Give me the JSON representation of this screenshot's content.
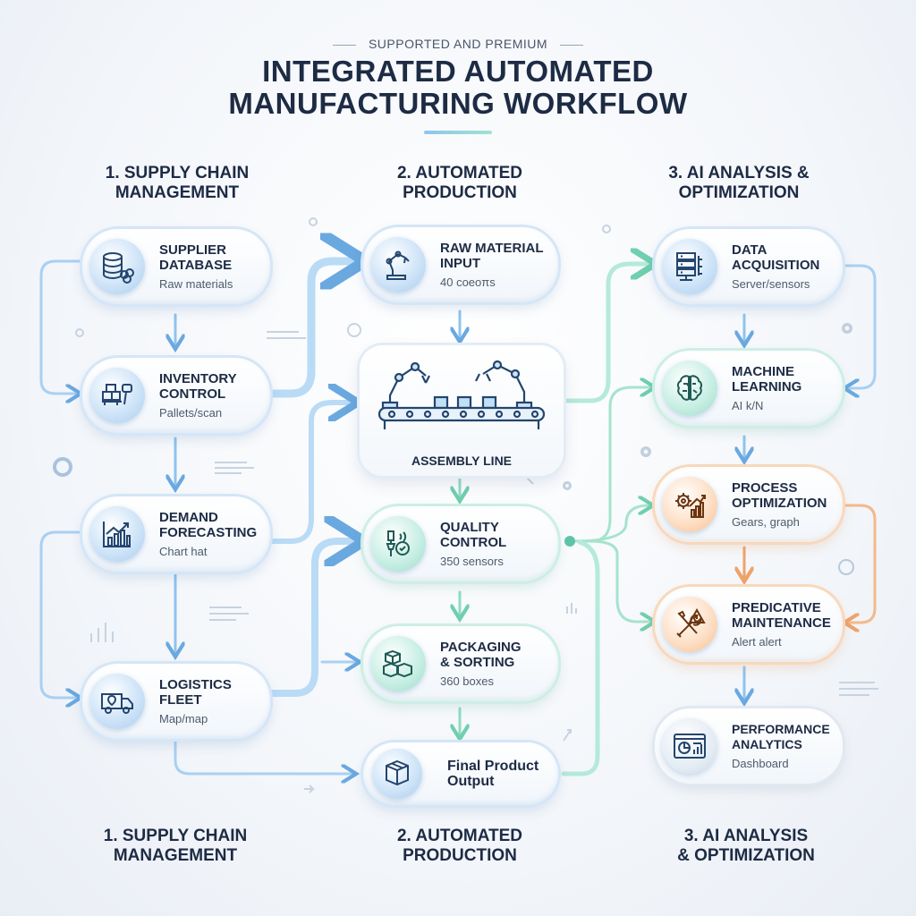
{
  "header": {
    "tagline": "SUPPORTED AND PREMIUM",
    "title_line1": "INTEGRATED AUTOMATED",
    "title_line2": "MANUFACTURING WORKFLOW"
  },
  "columns": {
    "supply": {
      "heading": "1. SUPPLY CHAIN\nMANAGEMENT",
      "footer": "1. SUPPLY CHAIN\nMANAGEMENT"
    },
    "production": {
      "heading": "2. AUTOMATED\nPRODUCTION",
      "footer": "2. AUTOMATED\nPRODUCTION"
    },
    "ai": {
      "heading": "3. AI ANALYSIS &\nOPTIMIZATION",
      "footer": "3. AI ANALYSIS\n& OPTIMIZATION"
    }
  },
  "nodes": {
    "supplier": {
      "label": "SUPPLIER\nDATABASE",
      "sub": "Raw materials",
      "icon": "database-icon"
    },
    "inventory": {
      "label": "INVENTORY\nCONTROL",
      "sub": "Pallets/scan",
      "icon": "scanner-icon"
    },
    "demand": {
      "label": "DEMAND\nFORECASTING",
      "sub": "Chart hat",
      "icon": "chart-icon"
    },
    "logistics": {
      "label": "LOGISTICS\nFLEET",
      "sub": "Map/map",
      "icon": "truck-icon"
    },
    "raw": {
      "label": "RAW MATERIAL\nINPUT",
      "sub": "40 coeoπs",
      "icon": "robot-arm-icon"
    },
    "assembly": {
      "label": "ASSEMBLY LINE",
      "icon": "assembly-line-icon"
    },
    "quality": {
      "label": "QUALITY\nCONTROL",
      "sub": "350 sensors",
      "icon": "sensor-icon"
    },
    "packaging": {
      "label": "PACKAGING\n& SORTING",
      "sub": "360 boxes",
      "icon": "boxes-icon"
    },
    "final": {
      "label": "Final Product\nOutput",
      "icon": "box-icon"
    },
    "data": {
      "label": "DATA\nACQUISITION",
      "sub": "Server/sensors",
      "icon": "server-icon"
    },
    "ml": {
      "label": "MACHINE\nLEARNING",
      "sub": "AI k/N",
      "icon": "brain-icon"
    },
    "process": {
      "label": "PROCESS\nOPTIMIZATION",
      "sub": "Gears, graph",
      "icon": "gears-graph-icon"
    },
    "predictive": {
      "label": "PREDICATIVE\nMAINTENANCE",
      "sub": "Alert alert",
      "icon": "tools-alert-icon"
    },
    "performance": {
      "label": "PERFORMANCE\nANALYTICS",
      "sub": "Dashboard",
      "icon": "dashboard-icon"
    }
  },
  "colors": {
    "blue_flow": "#8fc3ee",
    "green_flow": "#8fdcbf",
    "orange_flow": "#f3b98a",
    "text": "#1d2b44"
  }
}
